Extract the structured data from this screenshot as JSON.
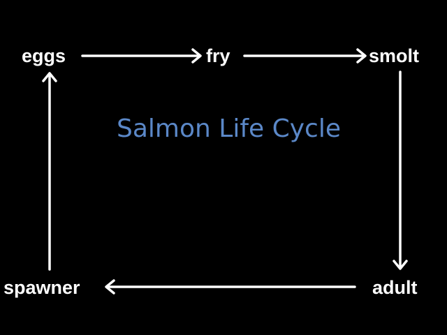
{
  "title": "Salmon Life Cycle",
  "colors": {
    "background": "#000000",
    "text": "#ffffff",
    "title": "#5b88c8",
    "arrow": "#ffffff"
  },
  "stages": {
    "eggs": "eggs",
    "fry": "fry",
    "smolt": "smolt",
    "adult": "adult",
    "spawner": "spawner"
  },
  "edges": [
    {
      "from": "eggs",
      "to": "fry"
    },
    {
      "from": "fry",
      "to": "smolt"
    },
    {
      "from": "smolt",
      "to": "adult"
    },
    {
      "from": "adult",
      "to": "spawner"
    },
    {
      "from": "spawner",
      "to": "eggs"
    }
  ]
}
